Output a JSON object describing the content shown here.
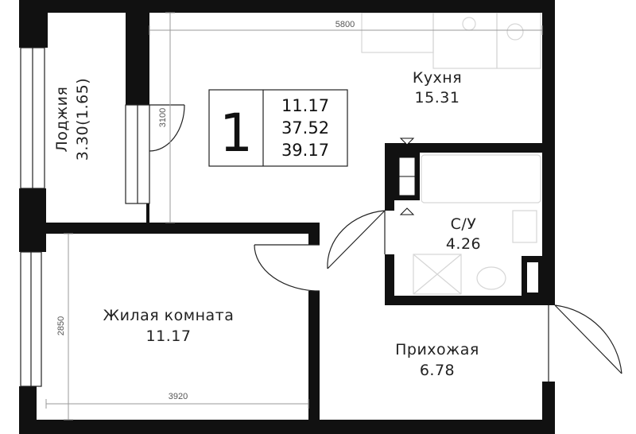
{
  "rooms": {
    "kitchen": {
      "name": "Кухня",
      "area": "15.31"
    },
    "bathroom": {
      "name": "С/У",
      "area": "4.26"
    },
    "living": {
      "name": "Жилая комната",
      "area": "11.17"
    },
    "hall": {
      "name": "Прихожая",
      "area": "6.78"
    },
    "loggia": {
      "name": "Лоджия",
      "area": "3.30(1.65)"
    }
  },
  "badge": {
    "rooms_count": "1",
    "living_area": "11.17",
    "total_area": "37.52",
    "total_with_loggia": "39.17"
  },
  "dimensions": {
    "top_width": "5800",
    "kitchen_height": "3100",
    "living_height": "2850",
    "living_width": "3920"
  }
}
